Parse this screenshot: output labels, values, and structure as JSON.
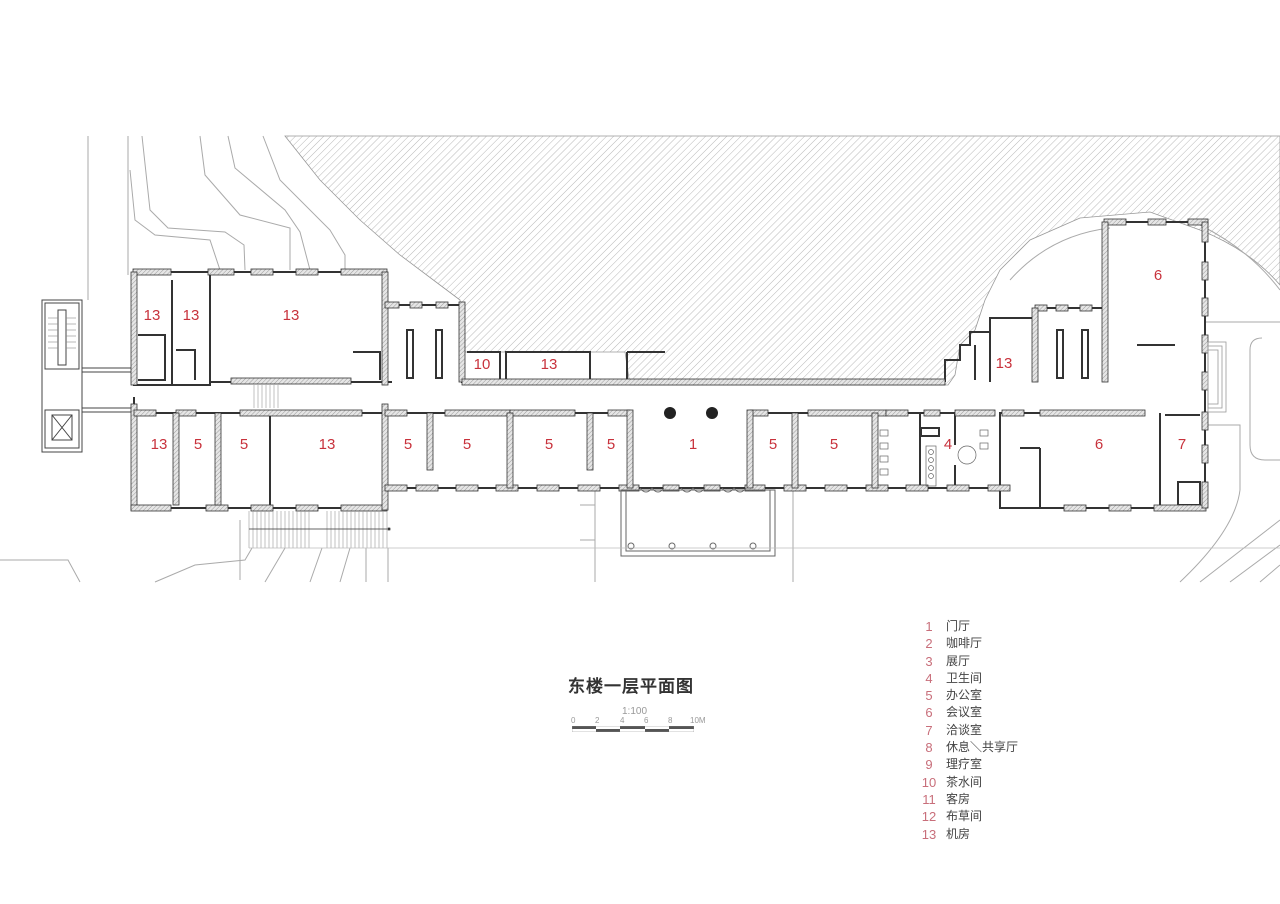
{
  "drawing": {
    "title": "东楼一层平面图",
    "scale": {
      "ratio": "1:100",
      "ticks": [
        "0",
        "2",
        "4",
        "6",
        "8",
        "10M"
      ]
    },
    "colors": {
      "room_label": "#c8323c",
      "legend_number": "#c86e7a",
      "wall": "#333333",
      "hatch": "#b4b4b4",
      "site_line": "#aaaaaa"
    }
  },
  "rooms": [
    {
      "id": "r1",
      "label": "13"
    },
    {
      "id": "r2",
      "label": "13"
    },
    {
      "id": "r3",
      "label": "13"
    },
    {
      "id": "r4",
      "label": "10"
    },
    {
      "id": "r5",
      "label": "13"
    },
    {
      "id": "r6",
      "label": "13"
    },
    {
      "id": "r7",
      "label": "6"
    },
    {
      "id": "r8",
      "label": "13"
    },
    {
      "id": "r9",
      "label": "5"
    },
    {
      "id": "r10",
      "label": "5"
    },
    {
      "id": "r11",
      "label": "13"
    },
    {
      "id": "r12",
      "label": "5"
    },
    {
      "id": "r13",
      "label": "5"
    },
    {
      "id": "r14",
      "label": "5"
    },
    {
      "id": "r15",
      "label": "5"
    },
    {
      "id": "r16",
      "label": "1"
    },
    {
      "id": "r17",
      "label": "5"
    },
    {
      "id": "r18",
      "label": "5"
    },
    {
      "id": "r19",
      "label": "4"
    },
    {
      "id": "r20",
      "label": "6"
    },
    {
      "id": "r21",
      "label": "7"
    }
  ],
  "legend": [
    {
      "num": "1",
      "text": "门厅"
    },
    {
      "num": "2",
      "text": "咖啡厅"
    },
    {
      "num": "3",
      "text": "展厅"
    },
    {
      "num": "4",
      "text": "卫生间"
    },
    {
      "num": "5",
      "text": "办公室"
    },
    {
      "num": "6",
      "text": "会议室"
    },
    {
      "num": "7",
      "text": "洽谈室"
    },
    {
      "num": "8",
      "text": "休息＼共享厅"
    },
    {
      "num": "9",
      "text": "理疗室"
    },
    {
      "num": "10",
      "text": "茶水间"
    },
    {
      "num": "11",
      "text": "客房"
    },
    {
      "num": "12",
      "text": "布草间"
    },
    {
      "num": "13",
      "text": "机房"
    }
  ]
}
